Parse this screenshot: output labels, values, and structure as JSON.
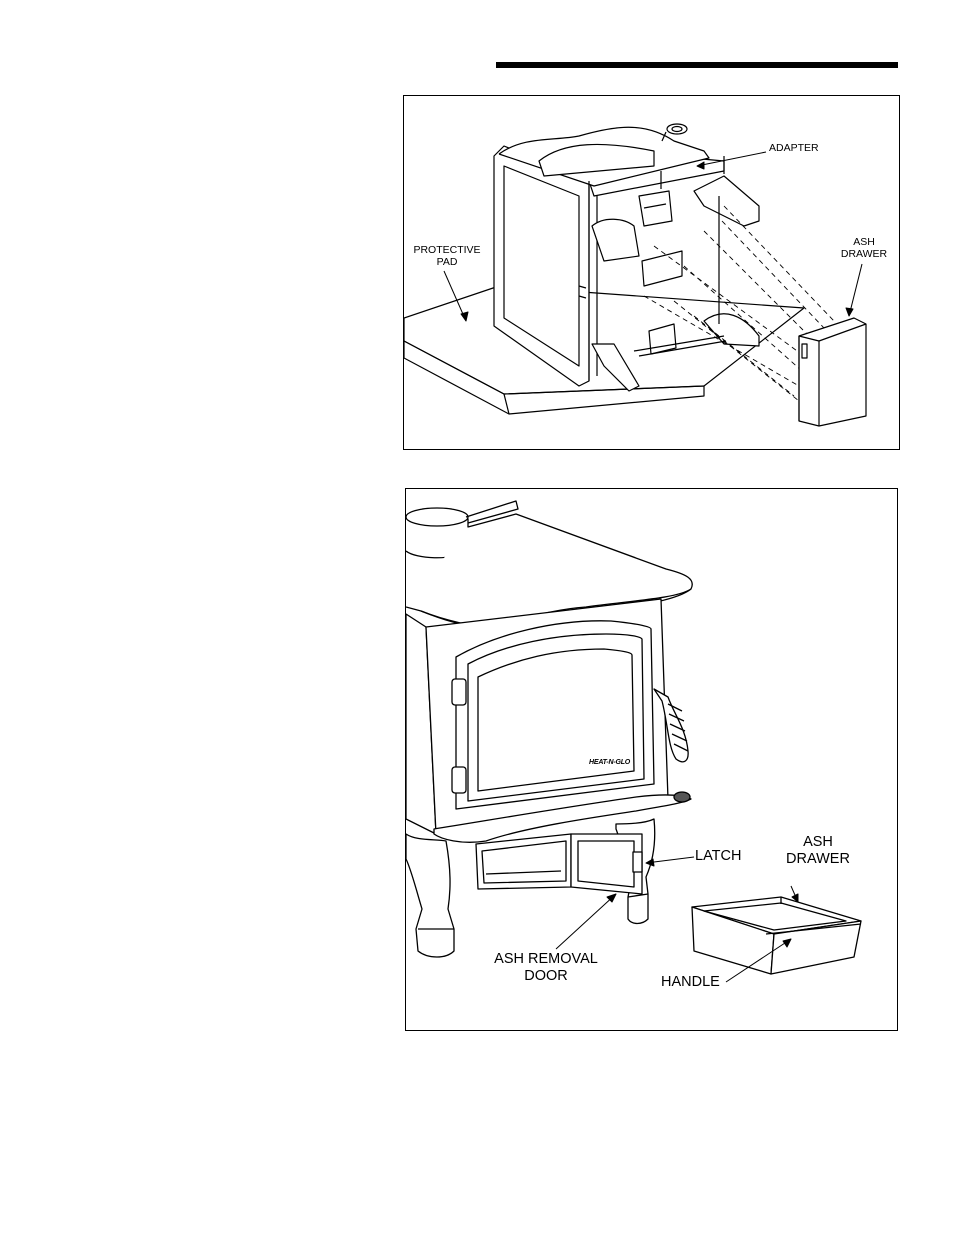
{
  "figure1": {
    "labels": {
      "adapter": "ADAPTER",
      "protective_pad": "PROTECTIVE\nPAD",
      "ash_drawer": "ASH\nDRAWER"
    }
  },
  "figure2": {
    "labels": {
      "latch": "LATCH",
      "ash_drawer": "ASH\nDRAWER",
      "ash_removal_door": "ASH REMOVAL\nDOOR",
      "handle": "HANDLE"
    },
    "logo": "HEAT-N-GLO"
  }
}
